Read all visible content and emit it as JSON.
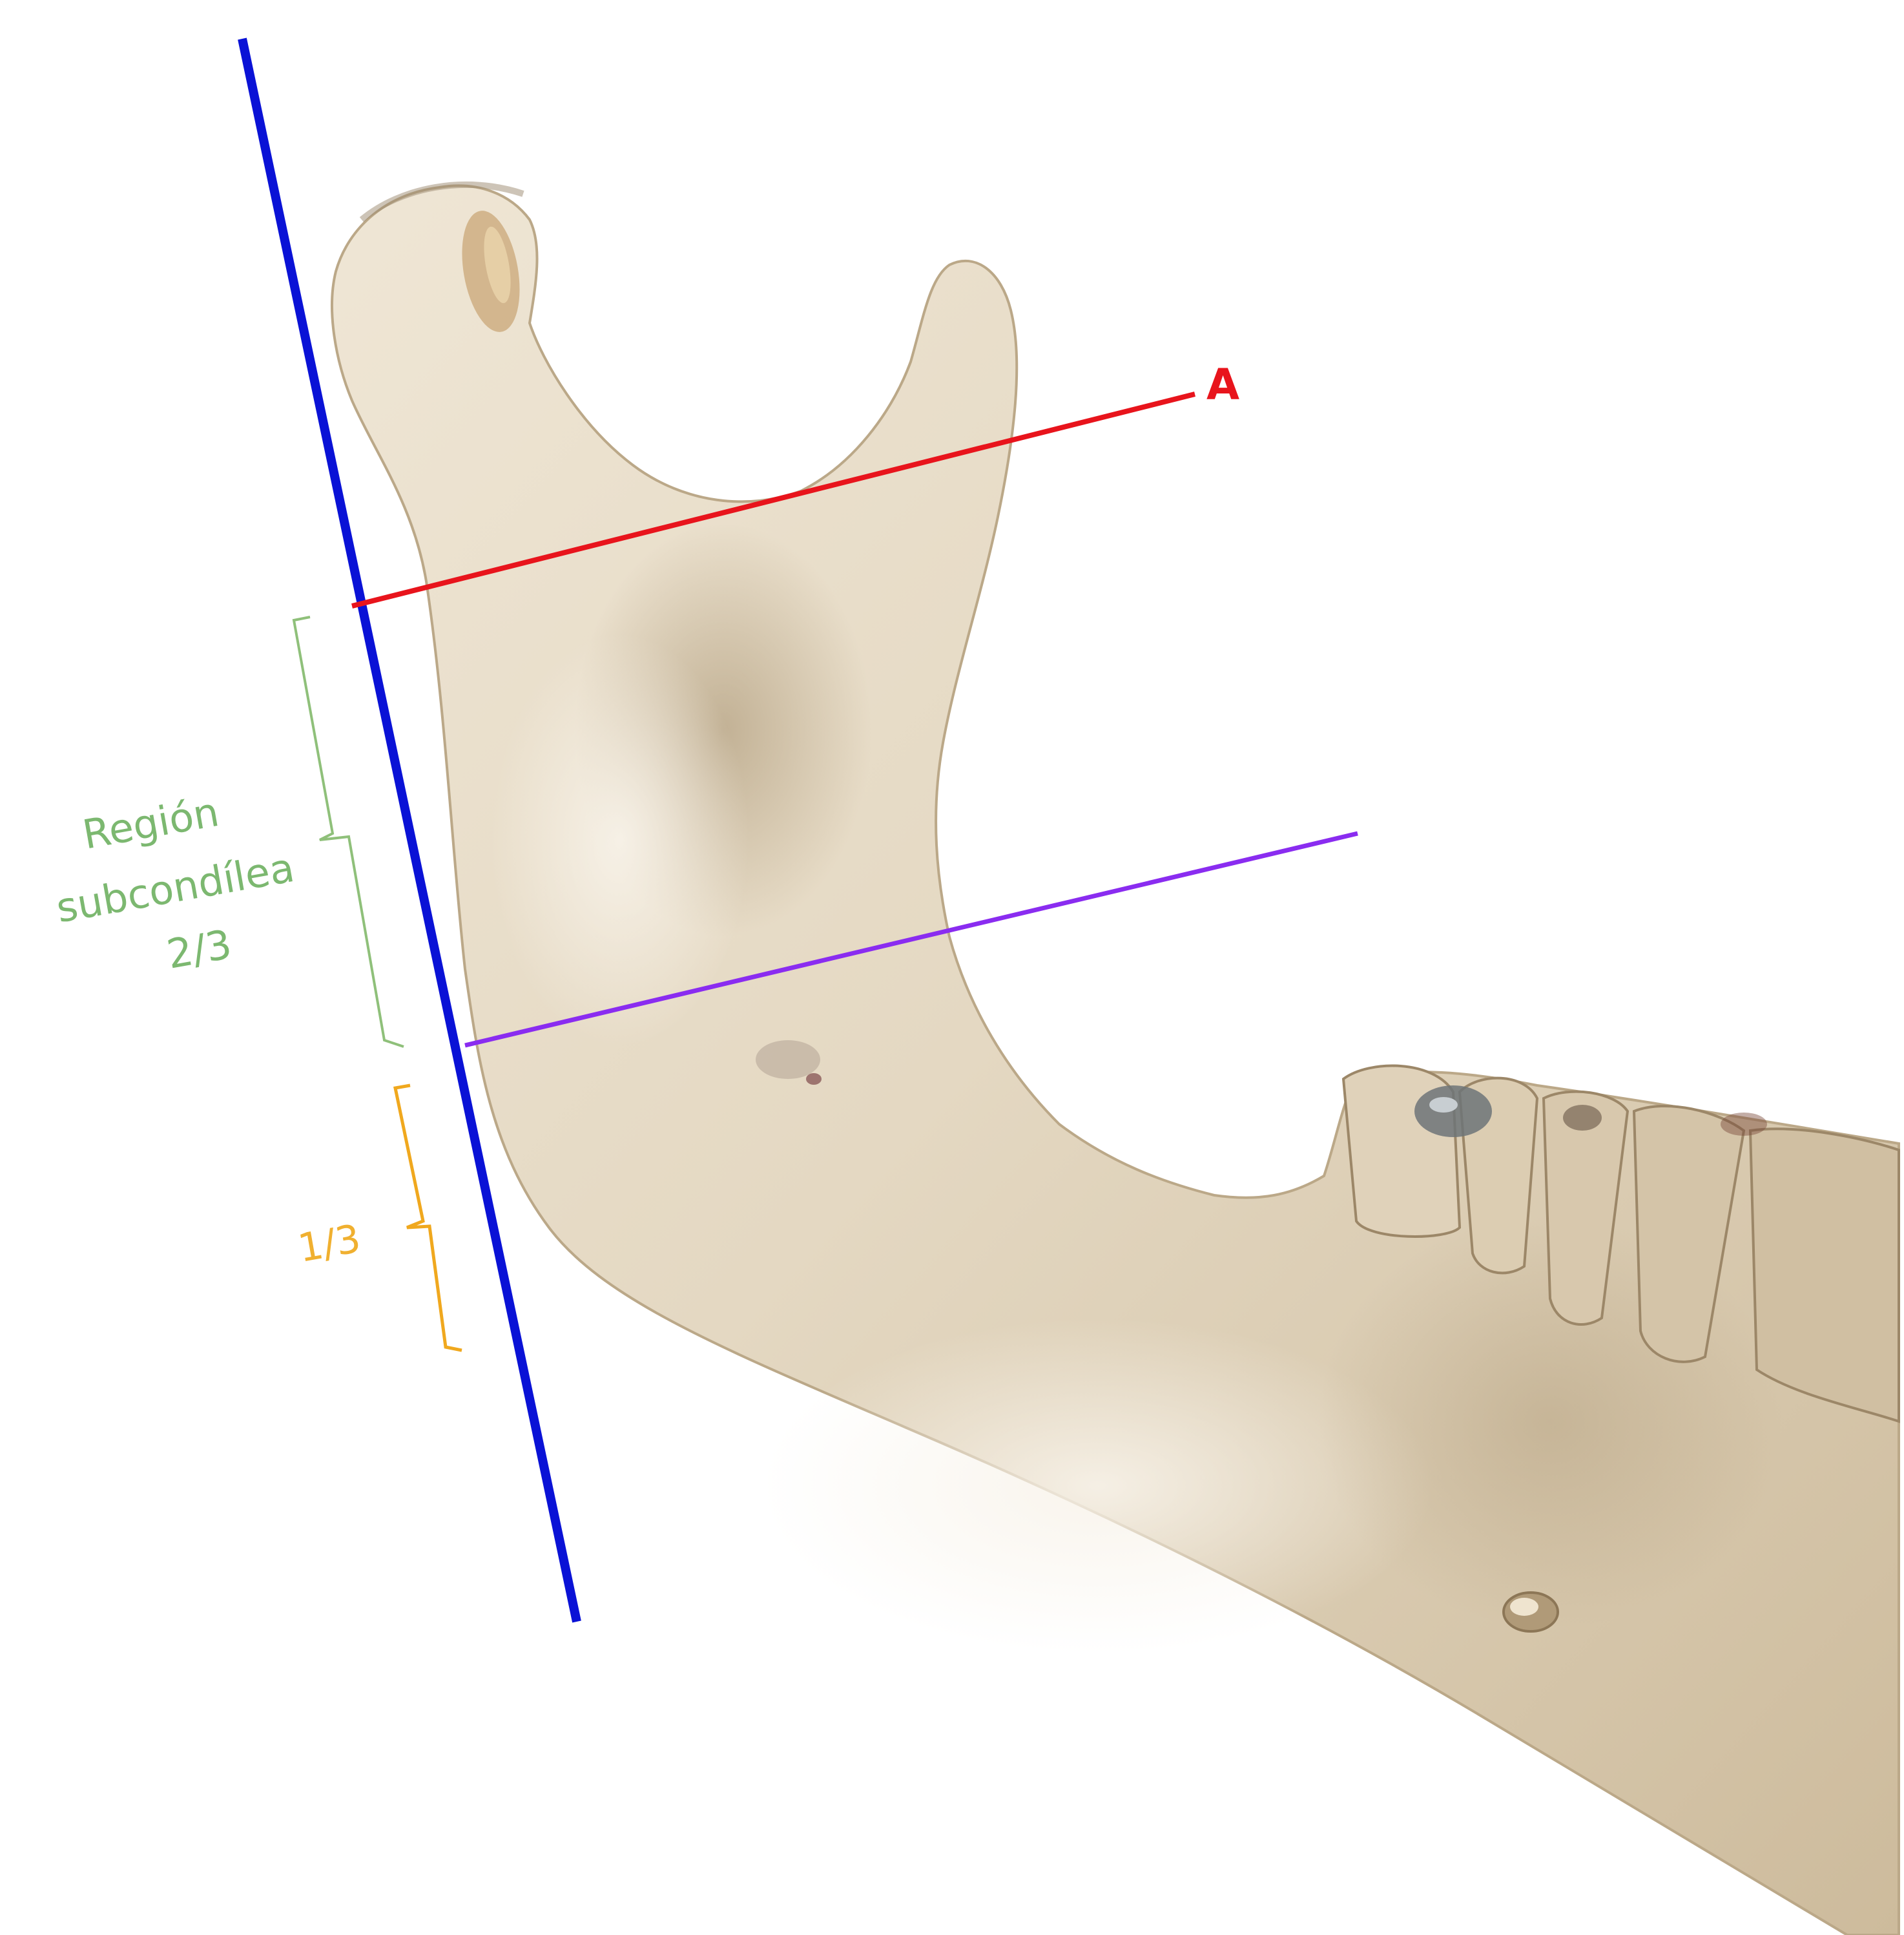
{
  "labels": {
    "line_a": "A",
    "region_line1": "Región",
    "region_line2": "subcondílea",
    "region_fraction": "2/3",
    "lower_fraction": "1/3"
  },
  "colors": {
    "background": "#ffffff",
    "bone_light": "#ece2d0",
    "bone_mid": "#d6c7ad",
    "bone_shadow": "#b09a78",
    "posterior_border_line": "#0a12d6",
    "line_a": "#e8141c",
    "lower_line": "#8a2cf0",
    "region_bracket": "#8fc07a",
    "region_text": "#7cb870",
    "lower_bracket": "#f0a81e",
    "lower_text": "#f0b030",
    "teeth_metal": "#6d7478"
  }
}
